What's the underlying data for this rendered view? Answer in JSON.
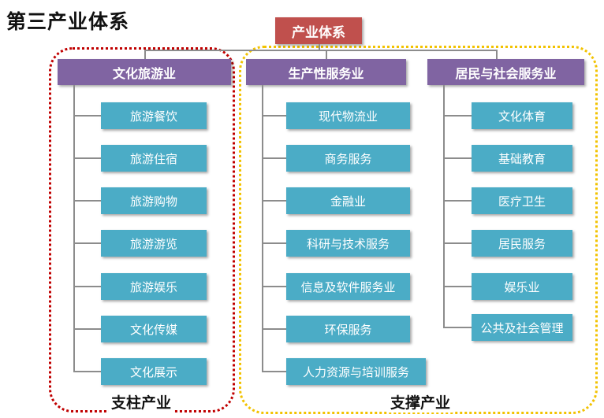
{
  "title": "第三产业体系",
  "root": "产业体系",
  "columns": [
    {
      "label": "文化旅游业",
      "items": [
        "旅游餐饮",
        "旅游住宿",
        "旅游购物",
        "旅游游览",
        "旅游娱乐",
        "文化传媒",
        "文化展示"
      ]
    },
    {
      "label": "生产性服务业",
      "items": [
        "现代物流业",
        "商务服务",
        "金融业",
        "科研与技术服务",
        "信息及软件服务业",
        "环保服务",
        "人力资源与培训服务"
      ]
    },
    {
      "label": "居民与社会服务业",
      "items": [
        "文化体育",
        "基础教育",
        "医疗卫生",
        "居民服务",
        "娱乐业",
        "公共及社会管理"
      ]
    }
  ],
  "regions": {
    "pillar_label": "支柱产业",
    "support_label": "支撑产业"
  },
  "colors": {
    "root": "#c0504d",
    "column_header": "#8064a2",
    "item": "#4bacc6",
    "pillar_border": "#c00000",
    "support_border": "#f2c200"
  }
}
